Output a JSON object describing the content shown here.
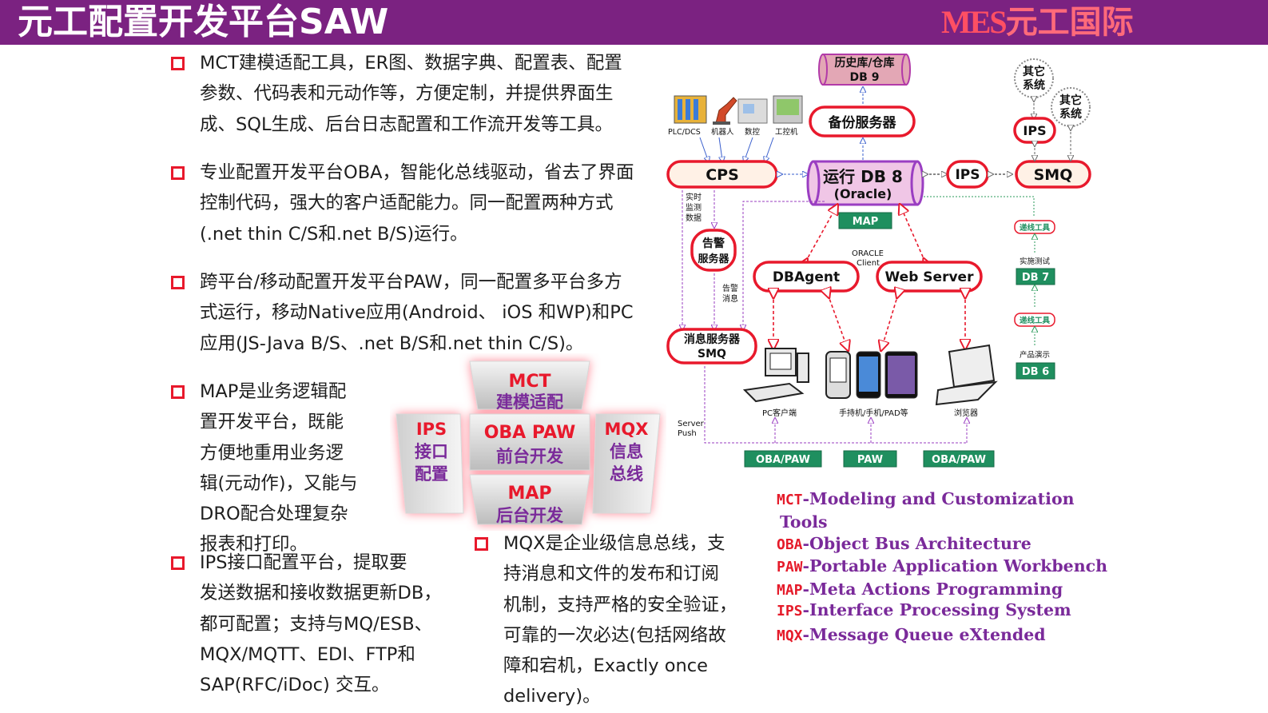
{
  "header": {
    "title": "元工配置开发平台SAW",
    "logo_mes": "MES",
    "logo_cn": "元工国际"
  },
  "bullets": [
    {
      "lines": [
        "MCT建模适配工具，ER图、数据字典、配置表、配置",
        "参数、代码表和元动作等，方便定制，并提供界面生",
        "成、SQL生成、后台日志配置和工作流开发等工具。"
      ]
    },
    {
      "lines": [
        "专业配置开发平台OBA，智能化总线驱动，省去了界面",
        "控制代码，强大的客户适配能力。同一配置两种方式",
        "(.net thin C/S和.net B/S)运行。"
      ]
    },
    {
      "lines": [
        "跨平台/移动配置开发平台PAW，同一配置多平台多方",
        "式运行，移动Native应用(Android、 iOS 和WP)和PC",
        "应用(JS-Java B/S、.net B/S和.net thin C/S)。"
      ]
    },
    {
      "lines": [
        "MAP是业务逻辑配",
        "置开发平台，既能",
        "方便地重用业务逻",
        "辑(元动作)，又能与",
        "DRO配合处理复杂",
        "报表和打印。"
      ]
    },
    {
      "lines": [
        "IPS接口配置平台，提取要",
        "发送数据和接收数据更新DB，",
        "都可配置；支持与MQ/ESB、",
        "MQX/MQTT、EDI、FTP和",
        "SAP(RFC/iDoc) 交互。"
      ]
    },
    {
      "lines": [
        "MQX是企业级信息总线，支",
        "持消息和文件的发布和订阅",
        "机制，支持严格的安全验证，",
        "可靠的一次必达(包括网络故",
        "障和宕机，Exactly once",
        "delivery)。"
      ]
    }
  ],
  "center": {
    "mct": [
      "MCT",
      "建模适配"
    ],
    "ips": [
      "IPS",
      "接口",
      "配置"
    ],
    "oba_paw": [
      "OBA  PAW",
      "前台开发"
    ],
    "mqx": [
      "MQX",
      "信息",
      "总线"
    ],
    "map": [
      "MAP",
      "后台开发"
    ]
  },
  "diagram": {
    "history_db": [
      "历史库/仓库",
      "DB 9"
    ],
    "backup": "备份服务器",
    "cps": "CPS",
    "run_db": [
      "运行 DB 8",
      "(Oracle)"
    ],
    "ips_mid": "IPS",
    "smq": "SMQ",
    "other1": [
      "其它",
      "系统"
    ],
    "other2": [
      "其它",
      "系统"
    ],
    "ips_top": "IPS",
    "devices_top": [
      "PLC/DCS",
      "机器人",
      "数控",
      "工控机"
    ],
    "realtime": [
      "实时",
      "监测",
      "数据"
    ],
    "alarm": [
      "告警",
      "服务器"
    ],
    "alarm_msg": [
      "告警",
      "消息"
    ],
    "map_tag": "MAP",
    "oracle_client": [
      "ORACLE",
      "Client"
    ],
    "dbagent": "DBAgent",
    "webserver": "Web Server",
    "msg_server": [
      "消息服务器",
      "SMQ"
    ],
    "server_push": [
      "Server",
      "Push"
    ],
    "devices_bottom": [
      "PC客户端",
      "手持机/手机/PAD等",
      "浏览器"
    ],
    "bottom_tags": [
      "OBA/PAW",
      "PAW",
      "OBA/PAW"
    ],
    "right_col": {
      "tool1": "递线工具",
      "test": "实施测试",
      "db7": "DB 7",
      "tool2": "递线工具",
      "demo": "产品演示",
      "db6": "DB 6"
    }
  },
  "legend": [
    {
      "abbr": "MCT",
      "text": "-Modeling and Customization"
    },
    {
      "abbr": "",
      "text": "Tools"
    },
    {
      "abbr": "OBA",
      "text": "-Object Bus Architecture"
    },
    {
      "abbr": "PAW",
      "text": "-Portable Application Workbench"
    },
    {
      "abbr": "MAP",
      "text": "-Meta Actions Programming"
    },
    {
      "abbr": "IPS",
      "text": "-Interface Processing System"
    },
    {
      "abbr": "MQX",
      "text": "-Message Queue eXtended"
    }
  ],
  "colors": {
    "header_bg": "#7b2281",
    "bullet_mark": "#e8192c",
    "legend_text": "#7a2a9a",
    "legend_abbr": "#e51b2a",
    "node_red": "#e8192c",
    "tag_green": "#1f8f5f"
  }
}
